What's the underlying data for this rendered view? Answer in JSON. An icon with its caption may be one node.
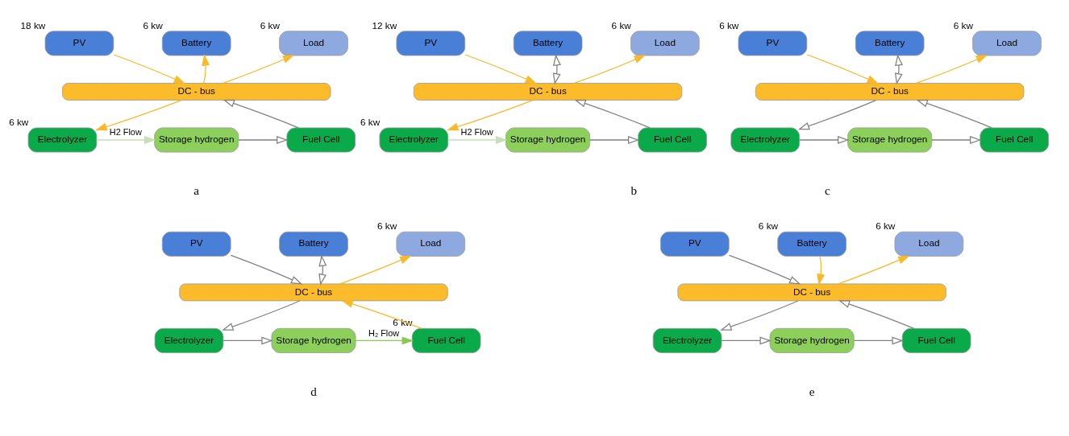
{
  "diagram": {
    "nodes": [
      {
        "text": [
          "PV"
        ],
        "beside": [
          "18 kw"
        ]
      },
      {
        "text": [
          "Battery"
        ],
        "beside": [
          "6 kw"
        ]
      },
      {
        "text": [
          "Load"
        ],
        "beside": [
          "6 kw"
        ]
      },
      {
        "text": [
          "DC - bus"
        ]
      },
      {
        "text": [
          "Electrolyzer"
        ],
        "beside": [
          "6 kw"
        ]
      },
      {
        "text": [
          "Storage hydrogen"
        ]
      },
      {
        "text": [
          "Fuel Cell"
        ]
      },
      {
        "text": [
          "PV"
        ],
        "beside": [
          "12 kw"
        ]
      },
      {
        "text": [
          "Battery"
        ]
      },
      {
        "text": [
          "Load"
        ],
        "beside": [
          "6 kw"
        ]
      },
      {
        "text": [
          "DC - bus"
        ]
      },
      {
        "text": [
          "Electrolyzer"
        ],
        "beside": [
          "6 kw"
        ]
      },
      {
        "text": [
          "Storage hydrogen"
        ]
      },
      {
        "text": [
          "Fuel Cell"
        ]
      },
      {
        "text": [
          "PV"
        ],
        "beside": [
          "6 kw"
        ]
      },
      {
        "text": [
          "Battery"
        ]
      },
      {
        "text": [
          "Load"
        ],
        "beside": [
          "6 kw"
        ]
      },
      {
        "text": [
          "DC - bus"
        ]
      },
      {
        "text": [
          "Electrolyzer"
        ]
      },
      {
        "text": [
          "Storage hydrogen"
        ]
      },
      {
        "text": [
          "Fuel Cell"
        ]
      },
      {
        "text": [
          "PV"
        ]
      },
      {
        "text": [
          "Battery"
        ]
      },
      {
        "text": [
          "Load"
        ],
        "beside": [
          "6 kw"
        ]
      },
      {
        "text": [
          "DC - bus"
        ]
      },
      {
        "text": [
          "Electrolyzer"
        ]
      },
      {
        "text": [
          "Storage hydrogen"
        ]
      },
      {
        "text": [
          "Fuel Cell"
        ],
        "beside": [
          "6 kw"
        ]
      },
      {
        "text": [
          "PV"
        ]
      },
      {
        "text": [
          "Battery"
        ],
        "beside": [
          "6 kw"
        ]
      },
      {
        "text": [
          "Load"
        ],
        "beside": [
          "6 kw"
        ]
      },
      {
        "text": [
          "DC - bus"
        ]
      },
      {
        "text": [
          "Electrolyzer"
        ]
      },
      {
        "text": [
          "Storage hydrogen"
        ]
      },
      {
        "text": [
          "Fuel Cell"
        ]
      }
    ],
    "edges": [
      {
        "from": 0,
        "to": 3,
        "arrow": "to",
        "color": "#fbb829"
      },
      {
        "from": 3,
        "to": 1,
        "arrow": "to",
        "color": "#fbb829"
      },
      {
        "from": 3,
        "to": 2,
        "arrow": "to",
        "color": "#fbb829"
      },
      {
        "from": 3,
        "to": 4,
        "arrow": "to",
        "color": "#fbb829"
      },
      {
        "from": 4,
        "to": 5,
        "arrow": "to",
        "label": "H2 Flow",
        "color": "#c5e0b4"
      },
      {
        "from": 5,
        "to": 6,
        "arrow": "to"
      },
      {
        "from": 6,
        "to": 3,
        "arrow": "to"
      },
      {
        "from": 7,
        "to": 10,
        "arrow": "to",
        "color": "#fbb829"
      },
      {
        "from": 8,
        "to": 10,
        "arrow": "both"
      },
      {
        "from": 10,
        "to": 9,
        "arrow": "to",
        "color": "#fbb829"
      },
      {
        "from": 10,
        "to": 11,
        "arrow": "to",
        "color": "#fbb829"
      },
      {
        "from": 11,
        "to": 12,
        "arrow": "to",
        "label": "H2 Flow",
        "color": "#c5e0b4"
      },
      {
        "from": 12,
        "to": 13,
        "arrow": "to"
      },
      {
        "from": 13,
        "to": 10,
        "arrow": "to"
      },
      {
        "from": 14,
        "to": 17,
        "arrow": "to",
        "color": "#fbb829"
      },
      {
        "from": 15,
        "to": 17,
        "arrow": "both"
      },
      {
        "from": 17,
        "to": 16,
        "arrow": "to",
        "color": "#fbb829"
      },
      {
        "from": 17,
        "to": 18,
        "arrow": "to"
      },
      {
        "from": 18,
        "to": 19,
        "arrow": "to"
      },
      {
        "from": 19,
        "to": 20,
        "arrow": "to"
      },
      {
        "from": 20,
        "to": 17,
        "arrow": "to"
      },
      {
        "from": 21,
        "to": 24,
        "arrow": "to"
      },
      {
        "from": 22,
        "to": 24,
        "arrow": "both"
      },
      {
        "from": 24,
        "to": 23,
        "arrow": "to",
        "color": "#fbb829"
      },
      {
        "from": 24,
        "to": 25,
        "arrow": "to"
      },
      {
        "from": 25,
        "to": 26,
        "arrow": "to"
      },
      {
        "from": 26,
        "to": 27,
        "arrow": "to",
        "label": "H₂ Flow",
        "color": "#8cc751"
      },
      {
        "from": 27,
        "to": 24,
        "arrow": "to",
        "color": "#fbb829"
      },
      {
        "from": 28,
        "to": 31,
        "arrow": "to"
      },
      {
        "from": 29,
        "to": 31,
        "arrow": "to",
        "color": "#fbb829"
      },
      {
        "from": 31,
        "to": 30,
        "arrow": "to",
        "color": "#fbb829"
      },
      {
        "from": 31,
        "to": 32,
        "arrow": "to"
      },
      {
        "from": 32,
        "to": 33,
        "arrow": "to"
      },
      {
        "from": 33,
        "to": 34,
        "arrow": "to"
      },
      {
        "from": 34,
        "to": 31,
        "arrow": "to"
      }
    ],
    "labels": [
      "a",
      "b",
      "c",
      "d",
      "e"
    ]
  }
}
